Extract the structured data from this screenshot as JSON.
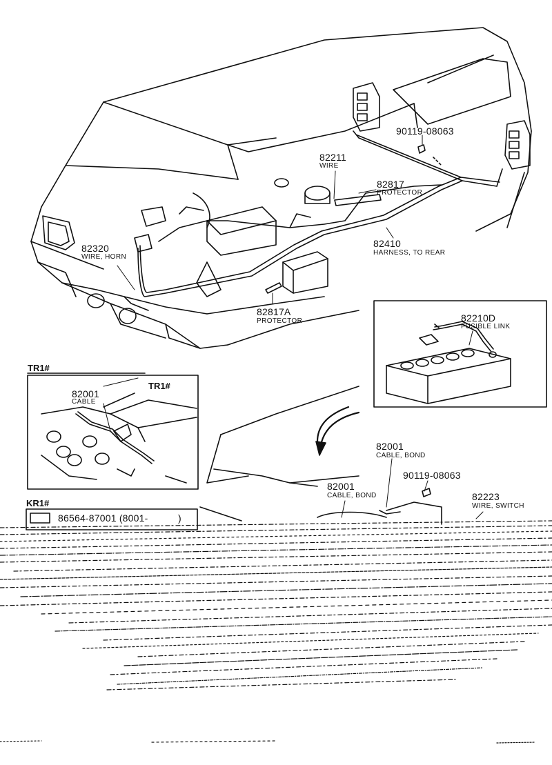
{
  "diagram": {
    "callouts": [
      {
        "id": "c1",
        "number": "90119-08063",
        "desc": ""
      },
      {
        "id": "c2",
        "number": "82211",
        "desc": "WIRE"
      },
      {
        "id": "c3",
        "number": "82817",
        "desc": "PROTECTOR"
      },
      {
        "id": "c4",
        "number": "82320",
        "desc": "WIRE, HORN"
      },
      {
        "id": "c5",
        "number": "82410",
        "desc": "HARNESS, TO REAR"
      },
      {
        "id": "c6",
        "number": "82817A",
        "desc": "PROTECTOR"
      },
      {
        "id": "c7",
        "number": "82210D",
        "desc": "FUSIBLE LINK"
      },
      {
        "id": "c8",
        "number": "82001",
        "desc": "CABLE"
      },
      {
        "id": "c9",
        "number": "82001",
        "desc": "CABLE, BOND"
      },
      {
        "id": "c10",
        "number": "90119-08063",
        "desc": ""
      },
      {
        "id": "c11",
        "number": "82001",
        "desc": "CABLE, BOND"
      },
      {
        "id": "c12",
        "number": "82223",
        "desc": "WIRE, SWITCH"
      }
    ],
    "sections": {
      "tr1_outer": "TR1#",
      "tr1_inner": "TR1#",
      "kr1": "KR1#"
    },
    "kr1_part": "86564-87001 (8001-",
    "kr1_part_end": ")"
  },
  "colors": {
    "ink": "#111111",
    "paper": "#ffffff"
  }
}
